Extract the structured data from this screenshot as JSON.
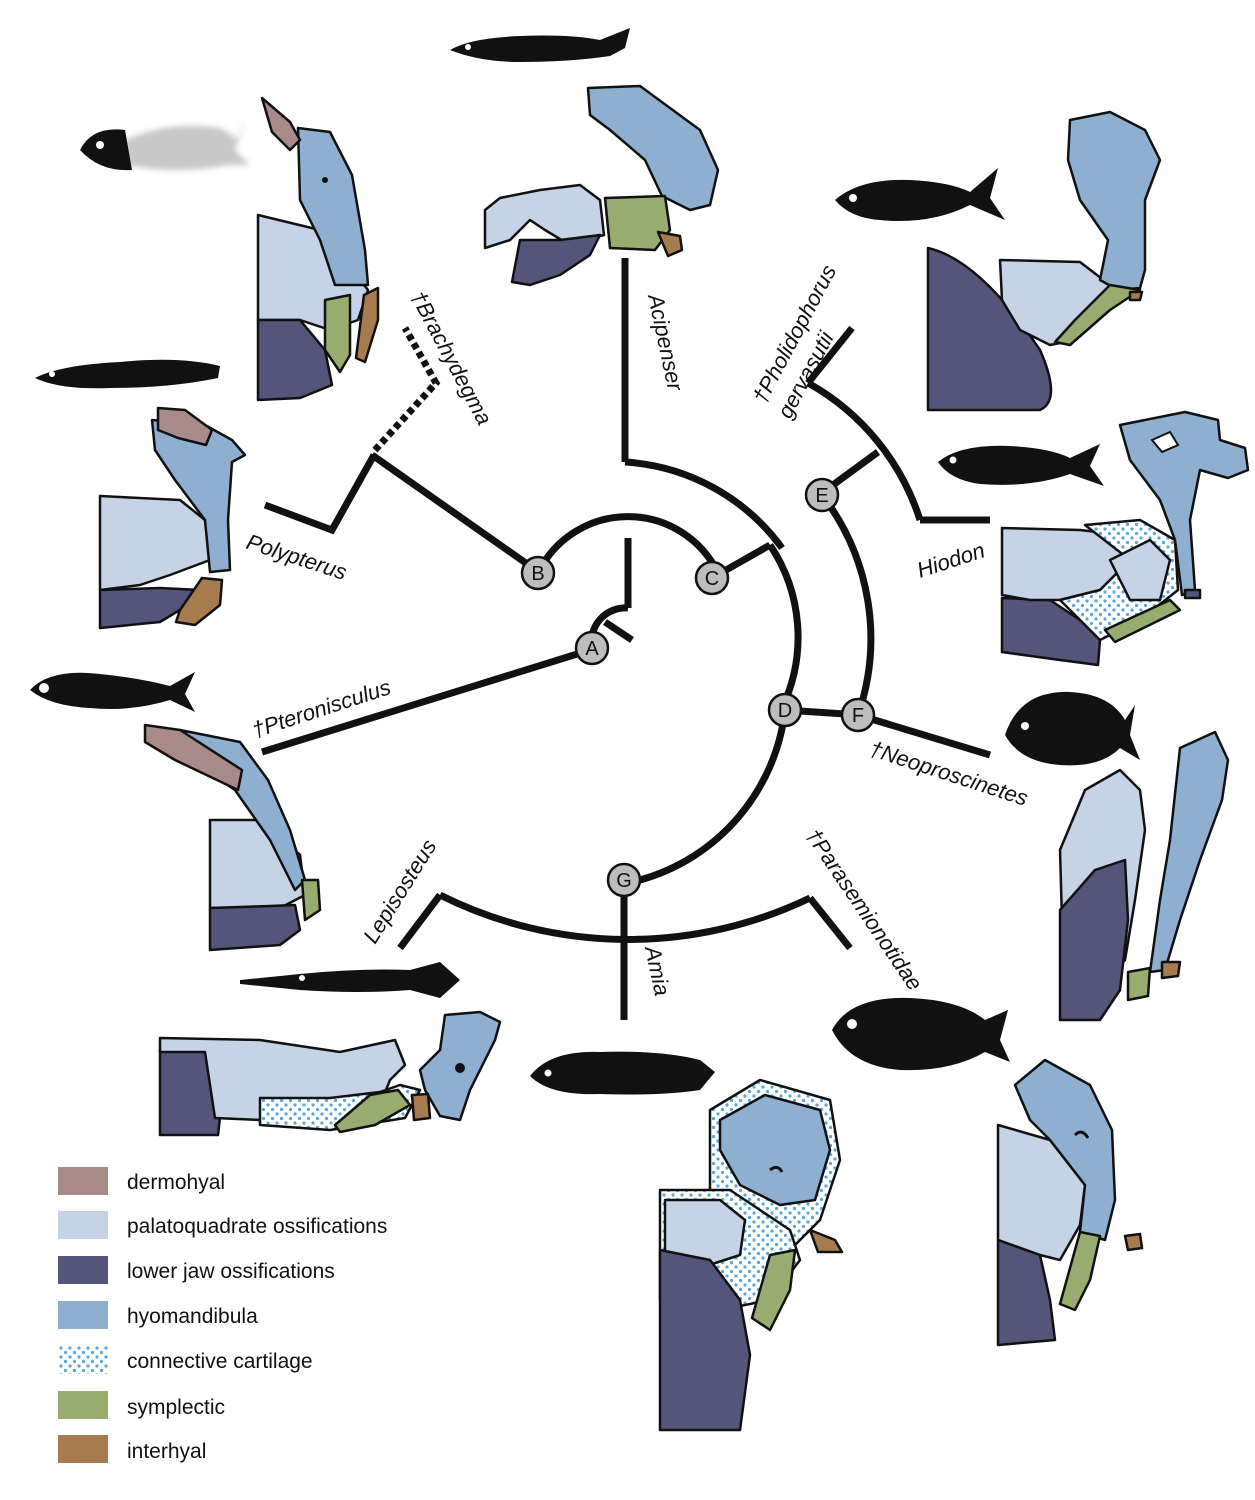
{
  "colors": {
    "dermohyal": "#a88a88",
    "palatoquadrate": "#c6d3e6",
    "lower_jaw": "#55547a",
    "hyomandibula": "#8eafd0",
    "connective_dots": "#5aa6d6",
    "symplectic": "#98ac70",
    "interhyal": "#a67c4e",
    "node_fill": "#bdbdbd",
    "line": "#111111"
  },
  "taxa": {
    "brachydegma": "†Brachydegma",
    "acipenser": "Acipenser",
    "pholidophorus_1": "†Pholidophorus",
    "pholidophorus_2": "gervasutii",
    "hiodon": "Hiodon",
    "polypterus": "Polypterus",
    "pteronisculus": "†Pteronisculus",
    "neoproscinetes": "†Neoproscinetes",
    "lepisosteus": "Lepisosteus",
    "parasemionotidae": "†Parasemionotidae",
    "amia": "Amia"
  },
  "nodes": {
    "A": "A",
    "B": "B",
    "C": "C",
    "D": "D",
    "E": "E",
    "F": "F",
    "G": "G"
  },
  "legend": [
    {
      "key": "dermohyal",
      "label": "dermohyal"
    },
    {
      "key": "palatoquadrate",
      "label": "palatoquadrate ossifications"
    },
    {
      "key": "lower_jaw",
      "label": "lower jaw ossifications"
    },
    {
      "key": "hyomandibula",
      "label": "hyomandibula"
    },
    {
      "key": "connective",
      "label": "connective cartilage"
    },
    {
      "key": "symplectic",
      "label": "symplectic"
    },
    {
      "key": "interhyal",
      "label": "interhyal"
    }
  ]
}
